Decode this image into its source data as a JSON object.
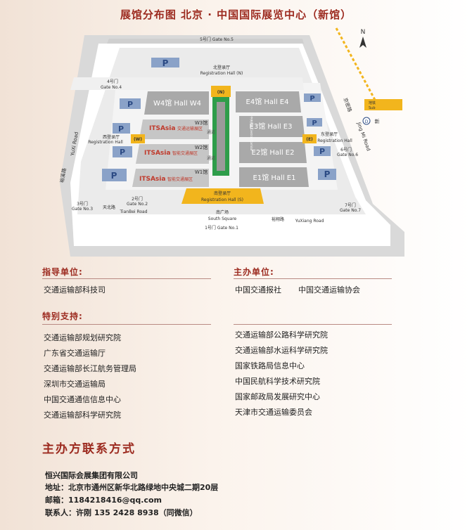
{
  "title": "展馆分布图   北京 · 中国国际展览中心（新馆）",
  "map": {
    "north_label": "N",
    "gates": {
      "gate5": "5号门  Gate No.5",
      "gate4_cn": "4号门",
      "gate4_en": "Gate No.4",
      "gate3_cn": "3号门",
      "gate3_en": "Gate No.3",
      "gate2_cn": "2号门",
      "gate2_en": "Gate No.2",
      "gate1": "1号门  Gate No.1",
      "gate6_cn": "6号门",
      "gate6_en": "Gate No.6",
      "gate7_cn": "7号门",
      "gate7_en": "Gate No.7"
    },
    "reg_north_cn": "北登录厅",
    "reg_north_en": "Registration Hall (N)",
    "reg_west_cn": "西登录厅",
    "reg_west_en": "Registration Hall",
    "reg_east_cn": "东登录厅",
    "reg_east_en": "Registration Hall",
    "reg_south_cn": "南登录厅",
    "reg_south_en": "Registration Hall (S)",
    "reg_n_badge": "(N)",
    "reg_w_badge": "(W)",
    "reg_e_badge": "(E)",
    "halls": {
      "w4": "W4馆 Hall W4",
      "e4": "E4馆 Hall E4",
      "e3": "E3馆 Hall E3",
      "e2": "E2馆 Hall E2",
      "e1": "E1馆 Hall E1",
      "w3": "W3馆",
      "w2": "W2馆",
      "w1": "W1馆"
    },
    "itsasia": {
      "brand": "ITSAsia",
      "zone_w4": "交通运输展区",
      "zone_w3": "智能交通展区",
      "zone_w2": "智能交通展区"
    },
    "central_corridor": "中央廊道 Central Corridor",
    "passage_labels": [
      "通道",
      "通道"
    ],
    "parking": "P",
    "roads": {
      "yuxi_cn": "裕溪路",
      "yuxi_en": "YuXi Road",
      "jingmi_cn": "京密路",
      "jingmi_en": "Jing Mi Road",
      "tianbei_cn": "天北路",
      "tianbei_en": "TianBei Road",
      "yuxiang_cn": "裕翔路",
      "yuxiang_en": "YuXiang Road"
    },
    "south_square_cn": "南广场",
    "south_square_en": "South Square",
    "subway_cn": "地铁",
    "subway_en": "Sub",
    "subway_icon": "D",
    "east_label": "新"
  },
  "guidance": {
    "heading": "指导单位:",
    "items": [
      "交通运输部科技司"
    ]
  },
  "host": {
    "heading": "主办单位:",
    "items": [
      "中国交通报社",
      "中国交通运输协会"
    ]
  },
  "special": {
    "heading": "特别支持:",
    "left": [
      "交通运输部规划研究院",
      "广东省交通运输厅",
      "交通运输部长江航务管理局",
      "深圳市交通运输局",
      "中国交通通信信息中心",
      "交通运输部科学研究院"
    ],
    "right": [
      "交通运输部公路科学研究院",
      "交通运输部水运科学研究院",
      "国家铁路局信息中心",
      "中国民航科学技术研究院",
      "国家邮政局发展研究中心",
      "天津市交通运输委员会"
    ]
  },
  "contact": {
    "heading": "主办方联系方式",
    "company": "恒兴国际会展集团有限公司",
    "address": "地址：北京市通州区新华北路绿地中央城二期20层",
    "email": "邮箱：1184218416@qq.com",
    "person": "联系人：许刚  135 2428 8938（同微信）"
  },
  "colors": {
    "title_red": "#9c2a1f",
    "hall_gray": "#a9a9a9",
    "parking_blue": "#8aa2c8",
    "corridor_green": "#2e9d4a",
    "gate_yellow": "#f2b51d",
    "road_gray": "#d7d7d7"
  }
}
